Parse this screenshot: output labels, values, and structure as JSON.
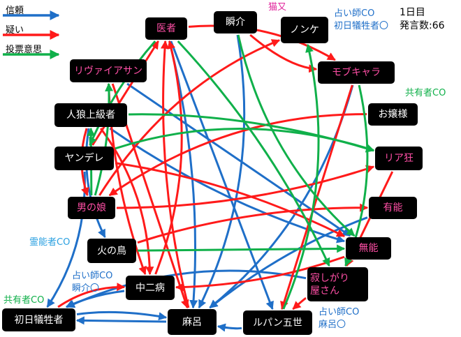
{
  "legend": [
    {
      "label": "信頼",
      "color": "#1f6fc8"
    },
    {
      "label": "疑い",
      "color": "#ff1a1a"
    },
    {
      "label": "投票意思",
      "color": "#10b04a"
    }
  ],
  "info": {
    "day": "1日目",
    "count": "発言数:66"
  },
  "annotations": [
    {
      "id": "nekomata",
      "text": "猫又",
      "color": "#e0209a"
    },
    {
      "id": "seer1a",
      "text": "占い師CO",
      "color": "#1f6fc8"
    },
    {
      "id": "seer1b",
      "text": "初日犠牲者〇",
      "color": "#1f6fc8"
    },
    {
      "id": "mason1",
      "text": "共有者CO",
      "color": "#10b04a"
    },
    {
      "id": "medium",
      "text": "霊能者CO",
      "color": "#2aa0e0"
    },
    {
      "id": "seer2a",
      "text": "占い師CO",
      "color": "#1f6fc8"
    },
    {
      "id": "seer2b",
      "text": "瞬介〇",
      "color": "#1f6fc8"
    },
    {
      "id": "mason2",
      "text": "共有者CO",
      "color": "#10b04a"
    },
    {
      "id": "seer3a",
      "text": "占い師CO",
      "color": "#1f6fc8"
    },
    {
      "id": "seer3b",
      "text": "麻呂〇",
      "color": "#1f6fc8"
    }
  ],
  "nodes": [
    {
      "id": "isha",
      "label": "医者",
      "style": "pink"
    },
    {
      "id": "shunsuke",
      "label": "瞬介",
      "style": "white"
    },
    {
      "id": "nonke",
      "label": "ノンケ",
      "style": "white"
    },
    {
      "id": "mob",
      "label": "モブキャラ",
      "style": "pink"
    },
    {
      "id": "levi",
      "label": "リヴァイアサン",
      "style": "pink"
    },
    {
      "id": "jinro",
      "label": "人狼上級者",
      "style": "white"
    },
    {
      "id": "ojou",
      "label": "お嬢様",
      "style": "white"
    },
    {
      "id": "yandere",
      "label": "ヤンデレ",
      "style": "white"
    },
    {
      "id": "riakyo",
      "label": "リア狂",
      "style": "pink"
    },
    {
      "id": "otoko",
      "label": "男の娘",
      "style": "pink"
    },
    {
      "id": "yuno",
      "label": "有能",
      "style": "pink"
    },
    {
      "id": "hinotori",
      "label": "火の鳥",
      "style": "white"
    },
    {
      "id": "muno",
      "label": "無能",
      "style": "pink"
    },
    {
      "id": "chuni",
      "label": "中二病",
      "style": "white"
    },
    {
      "id": "sabishi",
      "label": "寂しがり屋さん",
      "style": "pink"
    },
    {
      "id": "shonichi",
      "label": "初日犠牲者",
      "style": "white"
    },
    {
      "id": "maro",
      "label": "麻呂",
      "style": "white"
    },
    {
      "id": "lupin",
      "label": "ルパン五世",
      "style": "white"
    }
  ],
  "edges": [
    {
      "from": "shunsuke",
      "to": "maro",
      "type": "trust"
    },
    {
      "from": "isha",
      "to": "maro",
      "type": "trust"
    },
    {
      "from": "isha",
      "to": "lupin",
      "type": "trust"
    },
    {
      "from": "jinro",
      "to": "muno",
      "type": "trust"
    },
    {
      "from": "jinro",
      "to": "hinotori",
      "type": "trust"
    },
    {
      "from": "yandere",
      "to": "shonichi",
      "type": "trust"
    },
    {
      "from": "shonichi",
      "to": "maro",
      "type": "trust"
    },
    {
      "from": "maro",
      "to": "shonichi",
      "type": "trust"
    },
    {
      "from": "yuno",
      "to": "maro",
      "type": "trust"
    },
    {
      "from": "sabishi",
      "to": "shonichi",
      "type": "trust"
    },
    {
      "from": "mob",
      "to": "maro",
      "type": "trust"
    },
    {
      "from": "lupin",
      "to": "maro",
      "type": "trust"
    },
    {
      "from": "levi",
      "to": "muno",
      "type": "trust"
    },
    {
      "from": "chuni",
      "to": "shonichi",
      "type": "trust"
    },
    {
      "from": "shunsuke",
      "to": "mob",
      "type": "doubt"
    },
    {
      "from": "otoko",
      "to": "nonke",
      "type": "doubt"
    },
    {
      "from": "yandere",
      "to": "muno",
      "type": "doubt"
    },
    {
      "from": "yandere",
      "to": "isha",
      "type": "doubt"
    },
    {
      "from": "otoko",
      "to": "riakyo",
      "type": "doubt"
    },
    {
      "from": "ojou",
      "to": "otoko",
      "type": "doubt"
    },
    {
      "from": "jinro",
      "to": "chuni",
      "type": "doubt"
    },
    {
      "from": "hinotori",
      "to": "yuno",
      "type": "doubt"
    },
    {
      "from": "riakyo",
      "to": "sabishi",
      "type": "doubt"
    },
    {
      "from": "sabishi",
      "to": "lupin",
      "type": "doubt"
    },
    {
      "from": "chuni",
      "to": "isha",
      "type": "doubt"
    },
    {
      "from": "shonichi",
      "to": "chuni",
      "type": "doubt"
    },
    {
      "from": "maro",
      "to": "isha",
      "type": "doubt"
    },
    {
      "from": "mob",
      "to": "lupin",
      "type": "doubt"
    },
    {
      "from": "levi",
      "to": "chuni",
      "type": "doubt"
    },
    {
      "from": "jinro",
      "to": "otoko",
      "type": "doubt"
    },
    {
      "from": "isha",
      "to": "mob",
      "type": "doubt"
    },
    {
      "from": "muno",
      "to": "chuni",
      "type": "doubt"
    },
    {
      "from": "levi",
      "to": "maro",
      "type": "doubt"
    },
    {
      "from": "isha",
      "to": "yandere",
      "type": "vote"
    },
    {
      "from": "lupin",
      "to": "nonke",
      "type": "vote"
    },
    {
      "from": "mob",
      "to": "sabishi",
      "type": "vote"
    },
    {
      "from": "jinro",
      "to": "riakyo",
      "type": "vote"
    },
    {
      "from": "hinotori",
      "to": "muno",
      "type": "vote"
    },
    {
      "from": "otoko",
      "to": "levi",
      "type": "vote"
    },
    {
      "from": "shunsuke",
      "to": "muno",
      "type": "vote"
    },
    {
      "from": "yandere",
      "to": "riakyo",
      "type": "vote"
    },
    {
      "from": "isha",
      "to": "sabishi",
      "type": "vote"
    },
    {
      "from": "otoko",
      "to": "jinro",
      "type": "vote"
    }
  ]
}
